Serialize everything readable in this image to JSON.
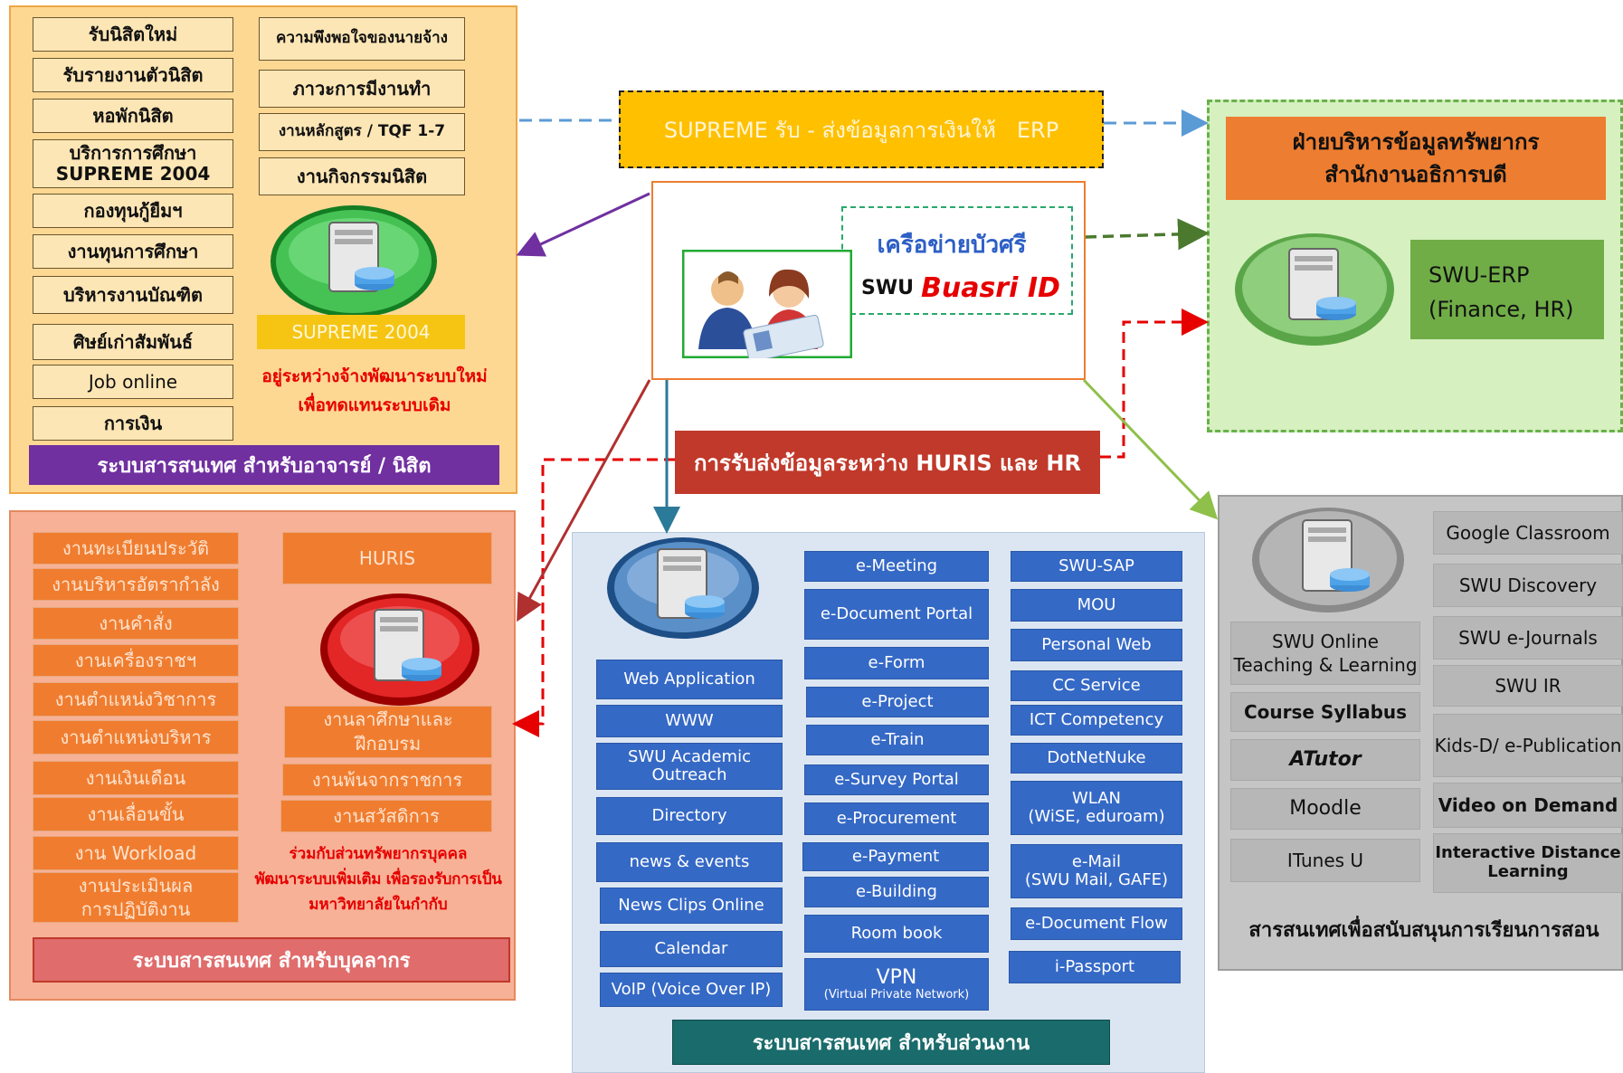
{
  "student": {
    "left_items": [
      "รับนิสิตใหม่",
      "รับรายงานตัวนิสิต",
      "หอพักนิสิต",
      "บริการการศึกษา\nSUPREME 2004",
      "กองทุนกู้ยืมฯ",
      "งานทุนการศึกษา",
      "บริหารงานบัณฑิต",
      "ศิษย์เก่าสัมพันธ์",
      "Job online",
      "การเงิน"
    ],
    "right_items": [
      "ความพึงพอใจของนายจ้าง",
      "ภาวะการมีงานทำ",
      "งานหลักสูตร / TQF 1-7",
      "งานกิจกรรมนิสิต"
    ],
    "supreme_label": "SUPREME 2004",
    "note_line1": "อยู่ระหว่างจ้างพัฒนาระบบใหม่",
    "note_line2": "เพื่อทดแทนระบบเดิม",
    "footer": "ระบบสารสนเทศ สำหรับอาจารย์ / นิสิต"
  },
  "center": {
    "supreme_banner": "SUPREME รับ - ส่งข้อมูลการเงินให้   ERP",
    "network_title": "เครือข่ายบัวศรี",
    "swu_prefix": "SWU",
    "buasri_id": "Buasri ID",
    "huris_banner": "การรับส่งข้อมูลระหว่าง HURIS และ HR"
  },
  "resource": {
    "header_line1": "ฝ่ายบริหารข้อมูลทรัพยากร",
    "header_line2": "สำนักงานอธิการบดี",
    "erp_line1": "SWU-ERP",
    "erp_line2": "(Finance, HR)"
  },
  "staff": {
    "left_items": [
      "งานทะเบียนประวัติ",
      "งานบริหารอัตรากำลัง",
      "งานคำสั่ง",
      "งานเครื่องราชฯ",
      "งานตำแหน่งวิชาการ",
      "งานตำแหน่งบริหาร",
      "งานเงินเดือน",
      "งานเลื่อนขั้น",
      "งาน Workload",
      "งานประเมินผล\nการปฏิบัติงาน"
    ],
    "huris_label": "HURIS",
    "right_items": [
      "งานลาศึกษาและ\nฝึกอบรม",
      "งานพ้นจากราชการ",
      "งานสวัสดิการ"
    ],
    "note_line1": "ร่วมกับส่วนทรัพยากรบุคคล",
    "note_line2": "พัฒนาระบบเพิ่มเติม เพื่อรองรับการเป็น",
    "note_line3": "มหาวิทยาลัยในกำกับ",
    "footer": "ระบบสารสนเทศ สำหรับบุคลากร"
  },
  "unit": {
    "col1": [
      "Web Application",
      "WWW",
      "SWU Academic\nOutreach",
      "Directory",
      "news & events",
      "News Clips Online",
      "Calendar",
      "VoIP (Voice Over IP)"
    ],
    "col2": [
      "e-Meeting",
      "e-Document Portal",
      "e-Form",
      "e-Project",
      "e-Train",
      "e-Survey Portal",
      "e-Procurement",
      "e-Payment",
      "e-Building",
      "Room book"
    ],
    "vpn_main": "VPN",
    "vpn_sub": "(Virtual Private Network)",
    "col3": [
      "SWU-SAP",
      "MOU",
      "Personal Web",
      "CC Service",
      "ICT Competency",
      "DotNetNuke",
      "WLAN\n(WiSE, eduroam)",
      "e-Mail\n(SWU Mail, GAFE)",
      "e-Document Flow",
      "i-Passport"
    ],
    "footer": "ระบบสารสนเทศ สำหรับส่วนงาน"
  },
  "teaching": {
    "left_items": [
      "SWU Online\nTeaching & Learning",
      "Course Syllabus",
      "ATutor",
      "Moodle",
      "ITunes U"
    ],
    "right_items": [
      "Google Classroom",
      "SWU Discovery",
      "SWU e-Journals",
      "SWU IR",
      "Kids-D/ e-Publication",
      "Video on Demand",
      "Interactive Distance\nLearning"
    ],
    "footer": "สารสนเทศเพื่อสนับสนุนการเรียนการสอน"
  },
  "colors": {
    "student_bg": "#fdd893",
    "staff_bg": "#f7b196",
    "unit_bg": "#dce6f2",
    "teach_bg": "#c5c5c5",
    "resource_bg": "#d6f0c0",
    "purple_footer": "#7030a0",
    "red_text": "#e60000",
    "blue_button": "#3569c6"
  }
}
